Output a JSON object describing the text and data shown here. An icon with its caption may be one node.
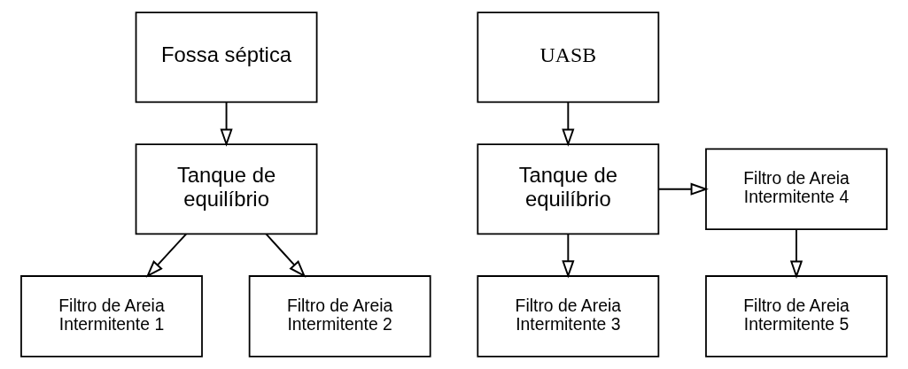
{
  "diagram": {
    "nodes": [
      {
        "text": [
          "Fossa séptica"
        ]
      },
      {
        "text": [
          "Tanque de equilíbrio"
        ]
      },
      {
        "text": [
          "Filtro de Areia Intermitente 1"
        ]
      },
      {
        "text": [
          "Filtro de Areia Intermitente 2"
        ]
      },
      {
        "text": [
          "UASB"
        ]
      },
      {
        "text": [
          "Tanque de equilíbrio"
        ]
      },
      {
        "text": [
          "Filtro de Areia Intermitente 4"
        ]
      },
      {
        "text": [
          "Filtro de Areia Intermitente 3"
        ]
      },
      {
        "text": [
          "Filtro de Areia Intermitente 5"
        ]
      }
    ],
    "edges": [
      {
        "from": 0,
        "to": 1,
        "arrow": "to"
      },
      {
        "from": 1,
        "to": 2,
        "arrow": "to"
      },
      {
        "from": 1,
        "to": 3,
        "arrow": "to"
      },
      {
        "from": 4,
        "to": 5,
        "arrow": "to"
      },
      {
        "from": 5,
        "to": 6,
        "arrow": "to"
      },
      {
        "from": 5,
        "to": 7,
        "arrow": "to"
      },
      {
        "from": 6,
        "to": 8,
        "arrow": "to"
      }
    ]
  }
}
